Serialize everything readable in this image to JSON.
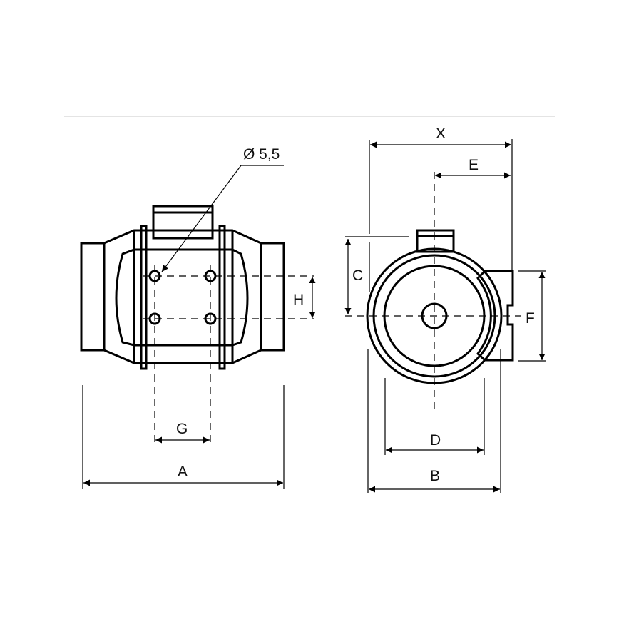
{
  "diagram": {
    "hole_note": "Ø 5,5",
    "dimensions": {
      "A": "A",
      "B": "B",
      "C": "C",
      "D": "D",
      "E": "E",
      "F": "F",
      "G": "G",
      "H": "H",
      "X": "X"
    },
    "colors": {
      "line": "#000000",
      "separator": "#c8c8c8"
    }
  }
}
